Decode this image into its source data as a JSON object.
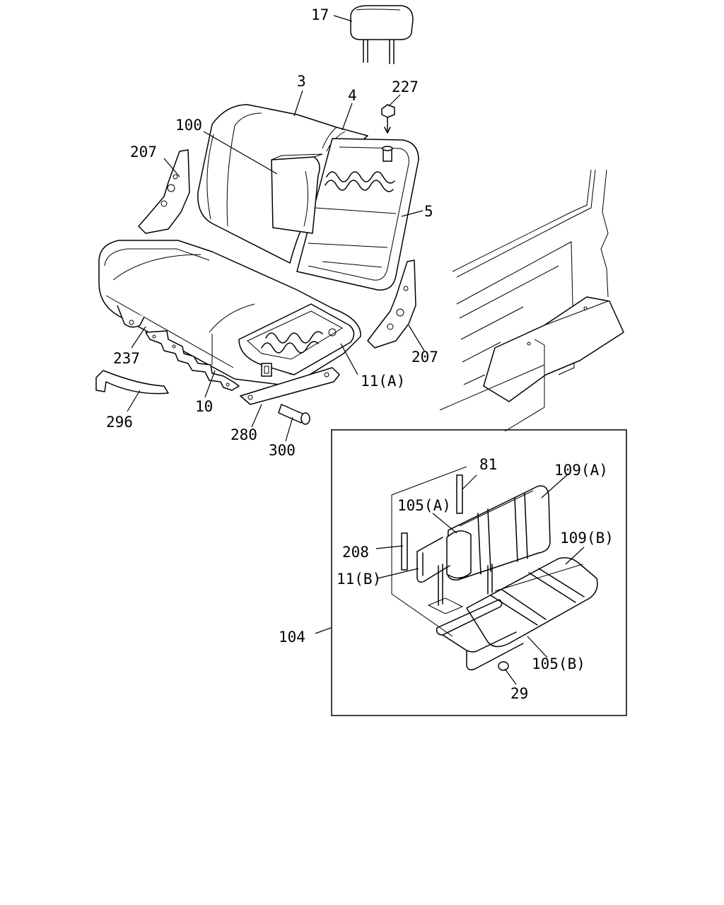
{
  "labels": {
    "headrest": "17",
    "seatback_cover": "3",
    "seatback_pad": "4",
    "clip_bolt": "227",
    "armrest_box": "100",
    "hinge_left": "207",
    "seatback_frame": "5",
    "hinge_right": "207",
    "cushion_bracket": "237",
    "cushion_frame_a": "11(A)",
    "seat_cushion": "10",
    "strap": "296",
    "base_plate": "280",
    "pipe": "300",
    "jump_seat_assy": "104",
    "jump_buckle": "81",
    "jump_back_cover": "109(A)",
    "jump_back_pad": "105(A)",
    "jump_plate": "208",
    "jump_frame_b": "11(B)",
    "jump_cushion_cover": "109(B)",
    "jump_cushion_pad": "105(B)",
    "cap": "29"
  }
}
